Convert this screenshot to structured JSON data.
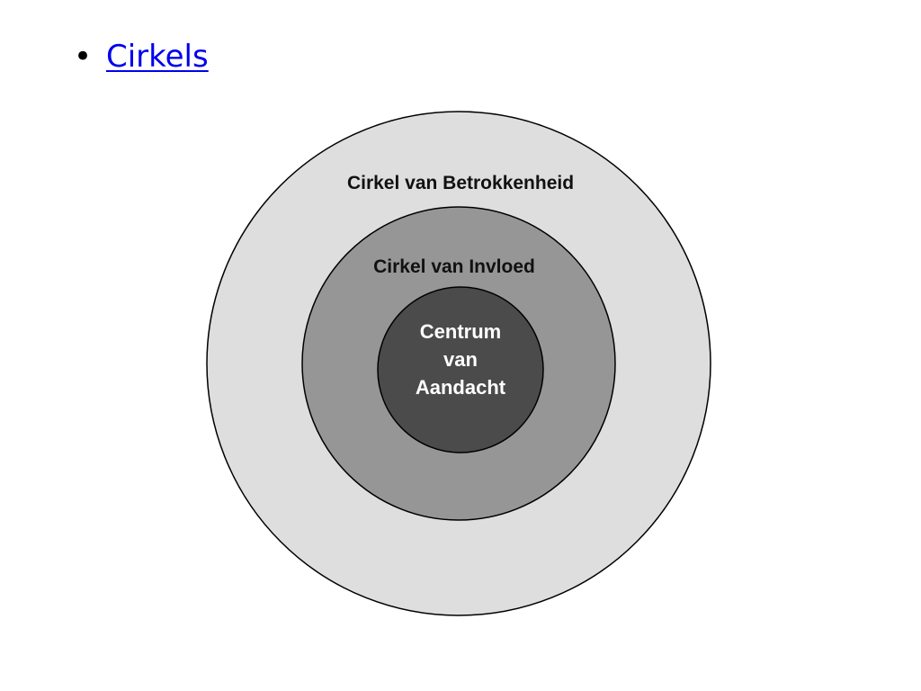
{
  "slide": {
    "bullet_link": "Cirkels"
  },
  "diagram": {
    "outer_label": "Cirkel van Betrokkenheid",
    "middle_label": "Cirkel van Invloed",
    "center_line1": "Centrum",
    "center_line2": "van",
    "center_line3": "Aandacht"
  },
  "colors": {
    "outer_fill": "#dedede",
    "middle_fill": "#969696",
    "center_fill": "#4b4b4b",
    "stroke": "#000000",
    "dark_text": "#111111",
    "light_text": "#ffffff",
    "link": "#0000ee"
  }
}
